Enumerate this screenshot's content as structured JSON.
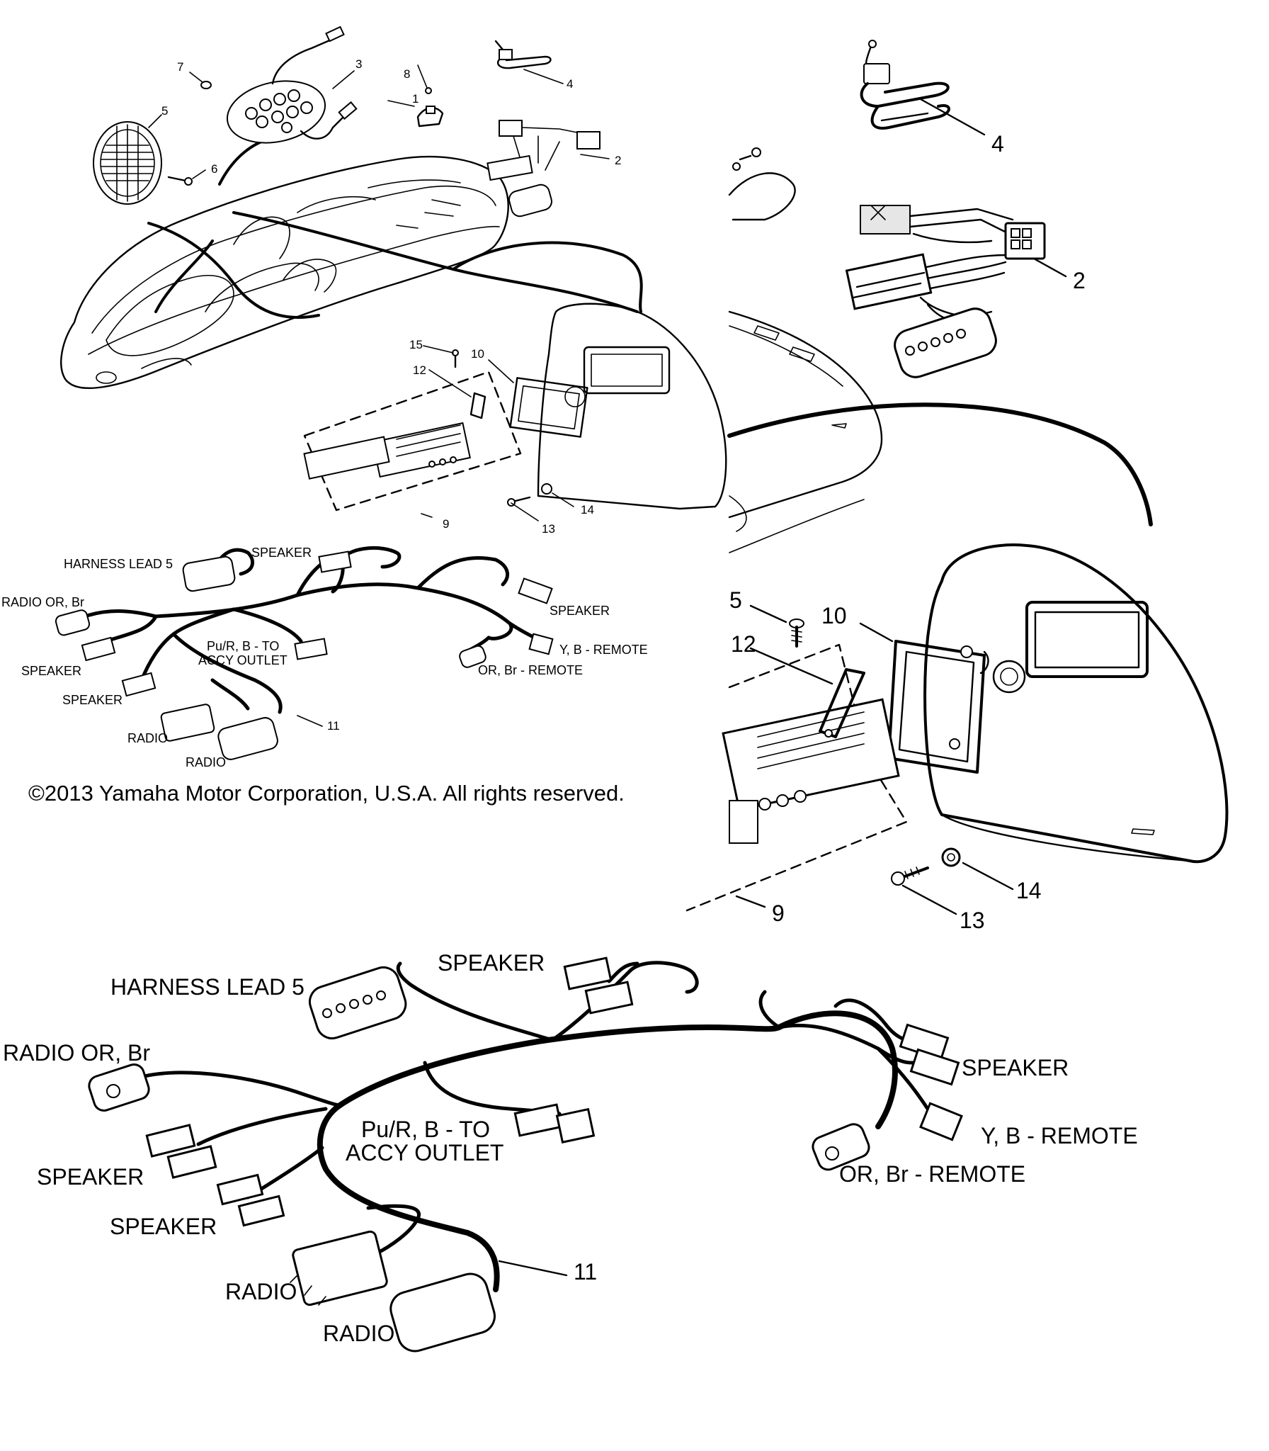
{
  "copyright": "©2013 Yamaha Motor Corporation, U.S.A. All rights reserved.",
  "callouts_small": {
    "n1": "1",
    "n2": "2",
    "n3": "3",
    "n4": "4",
    "n5": "5",
    "n6": "6",
    "n7": "7",
    "n8": "8",
    "n9": "9",
    "n10": "10",
    "n11": "11",
    "n12": "12",
    "n13": "13",
    "n14": "14",
    "n15": "15"
  },
  "callouts_large": {
    "n2": "2",
    "n4": "4",
    "n5": "5",
    "n9": "9",
    "n10": "10",
    "n11": "11",
    "n12": "12",
    "n13": "13",
    "n14": "14"
  },
  "harness_labels": {
    "harness_lead": "HARNESS LEAD 5",
    "speaker": "SPEAKER",
    "radio_or_br": "RADIO OR, Br",
    "pu_r_b_to": "Pu/R, B - TO",
    "accy_outlet": "ACCY OUTLET",
    "y_b_remote": "Y, B - REMOTE",
    "or_br_remote": "OR, Br - REMOTE",
    "radio": "RADIO"
  }
}
